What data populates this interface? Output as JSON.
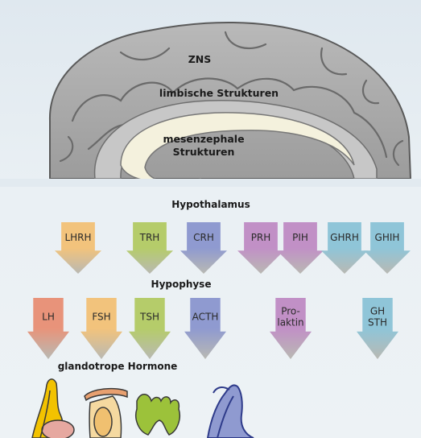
{
  "brain": {
    "outer_label": "ZNS",
    "middle_label": "limbische Strukturen",
    "inner_label_lines": [
      "mesenzephale",
      "Strukturen"
    ]
  },
  "hypothalamus": {
    "title": "Hypothalamus",
    "hormones": [
      {
        "label": "LHRH",
        "color": "#f2c37c"
      },
      {
        "label": "TRH",
        "color": "#b5cc6a"
      },
      {
        "label": "CRH",
        "color": "#8f9ad0"
      },
      {
        "label": "PRH",
        "color": "#c190c6"
      },
      {
        "label": "PIH",
        "color": "#c190c6"
      },
      {
        "label": "GHRH",
        "color": "#8fc5d8"
      },
      {
        "label": "GHIH",
        "color": "#8fc5d8"
      }
    ]
  },
  "hypophyse": {
    "title": "Hypophyse",
    "hormones": [
      {
        "lines": [
          "LH"
        ],
        "color": "#e8937a"
      },
      {
        "lines": [
          "FSH"
        ],
        "color": "#f2c37c"
      },
      {
        "lines": [
          "TSH"
        ],
        "color": "#b5cc6a"
      },
      {
        "lines": [
          "ACTH"
        ],
        "color": "#8f9ad0"
      },
      {
        "lines": [
          "Pro-",
          "laktin"
        ],
        "color": "#c190c6"
      },
      {
        "lines": [
          "GH",
          "STH"
        ],
        "color": "#8fc5d8"
      }
    ]
  },
  "glandotrope": {
    "title": "glandotrope Hormone"
  }
}
